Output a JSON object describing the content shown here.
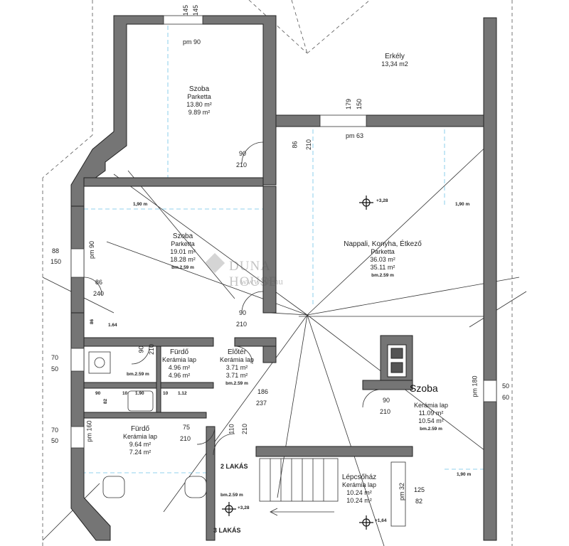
{
  "rooms": {
    "top_room": {
      "name": "Szoba",
      "floor": "Parketta",
      "area1": "13.80 m²",
      "area2": "9.89 m²"
    },
    "balcony": {
      "name": "Erkély",
      "area": "13,34 m2"
    },
    "left_room": {
      "name": "Szoba",
      "floor": "Parketta",
      "area1": "19.01 m²",
      "area2": "18.28 m²",
      "height": "bm.2.59 m"
    },
    "living": {
      "name": "Nappali, Konyha, Étkező",
      "floor": "Parketta",
      "area1": "36.03 m²",
      "area2": "35.11 m²",
      "height": "bm.2.59 m"
    },
    "bath1": {
      "name": "Fürdő",
      "floor": "Kerámia lap",
      "area1": "4.96 m²",
      "area2": "4.96 m²",
      "height": "bm.2.59 m"
    },
    "hall": {
      "name": "Előtér",
      "floor": "Kerámia lap",
      "area1": "3.71 m²",
      "area2": "3.71 m²",
      "height": "bm.2.59 m"
    },
    "right_room": {
      "name": "Szoba",
      "floor": "Kerámia lap",
      "area1": "11.09 m²",
      "area2": "10.54 m²",
      "height": "bm.2.59 m"
    },
    "bath2": {
      "name": "Fürdő",
      "floor": "Kerámia lap",
      "area1": "9.64 m²",
      "area2": "7.24 m²"
    },
    "stair": {
      "name": "Lépcsőház",
      "floor": "Kerámia lap",
      "area1": "10.24 m²",
      "area2": "10.24 m²"
    }
  },
  "dims": {
    "top_145a": "145",
    "top_145b": "145",
    "pm90": "pm 90",
    "d179": "179",
    "d150": "150",
    "pm63": "pm 63",
    "d86a": "86",
    "d210a": "210",
    "d90a": "90",
    "d210b": "210",
    "w190a": "1,90 m",
    "w190b": "1,90 m",
    "w190c": "1,90 m",
    "d88": "88",
    "d150b": "150",
    "pm90b": "pm 90",
    "d86b": "86",
    "d240": "240",
    "d90c": "90",
    "d210c": "210",
    "d164": "1.64",
    "d86c": "86",
    "d90d": "90",
    "d210d": "210",
    "d70a": "70",
    "d50a": "50",
    "d90e": "90",
    "d10a": "10",
    "d190": "1.90",
    "d10b": "10",
    "d112": "1.12",
    "d82": "82",
    "d186": "186",
    "d237": "237",
    "d90f": "90",
    "d210f": "210",
    "pm180": "pm 180",
    "d50b": "50",
    "d60": "60",
    "d70b": "70",
    "d50c": "50",
    "pm160": "pm 160",
    "d75": "75",
    "d210g": "210",
    "d110": "110",
    "d210h": "210",
    "pm32": "pm 32",
    "d125": "125",
    "d82b": "82",
    "lvl1": "+3,28",
    "lvl2": "+3,28",
    "lvl3": "+1,64",
    "bm_hall": "bm.2.59 m",
    "bm_bath1": "bm.2.59 m",
    "bm_stair": "bm.2.59 m",
    "bm_right": "bm.2.59 m"
  },
  "labels": {
    "apt2": "2 LAKÁS",
    "apt3": "3 LAKÁS"
  },
  "watermark": {
    "name": "DUNA HOUSE",
    "url": "www.dh.hu"
  }
}
